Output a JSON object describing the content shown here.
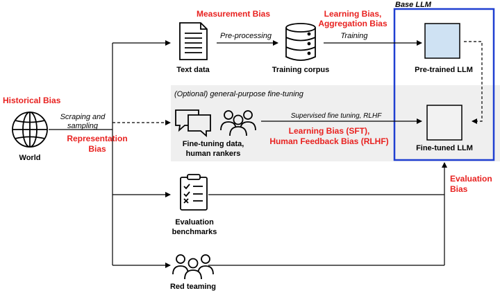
{
  "historical_bias": "Historical Bias",
  "world_label": "World",
  "scraping_line1": "Scraping and",
  "scraping_line2": "sampling",
  "representation_bias_line1": "Representation",
  "representation_bias_line2": "Bias",
  "measurement_bias": "Measurement Bias",
  "preprocessing": "Pre-processing",
  "text_data": "Text data",
  "training_corpus": "Training corpus",
  "learning_bias_line1": "Learning Bias,",
  "learning_bias_line2": "Aggregation Bias",
  "training": "Training",
  "base_llm": "Base LLM",
  "pretrained_llm": "Pre-trained LLM",
  "optional_ft": "(Optional) general-purpose fine-tuning",
  "supervised_ft": "Supervised fine tuning, RLHF",
  "learning_bias_sft": "Learning Bias (SFT),",
  "human_feedback_bias": "Human Feedback Bias (RLHF)",
  "finetuning_data_line1": "Fine-tuning data,",
  "finetuning_data_line2": "human rankers",
  "finetuned_llm": "Fine-tuned LLM",
  "evaluation_bias_line1": "Evaluation",
  "evaluation_bias_line2": "Bias",
  "eval_bench_line1": "Evaluation",
  "eval_bench_line2": "benchmarks",
  "red_teaming": "Red teaming",
  "colors": {
    "bias_red": "#e8211f",
    "base_box_blue": "#1f3fd1",
    "pretrained_fill": "#cfe2f3",
    "shade_gray": "#efefef"
  }
}
